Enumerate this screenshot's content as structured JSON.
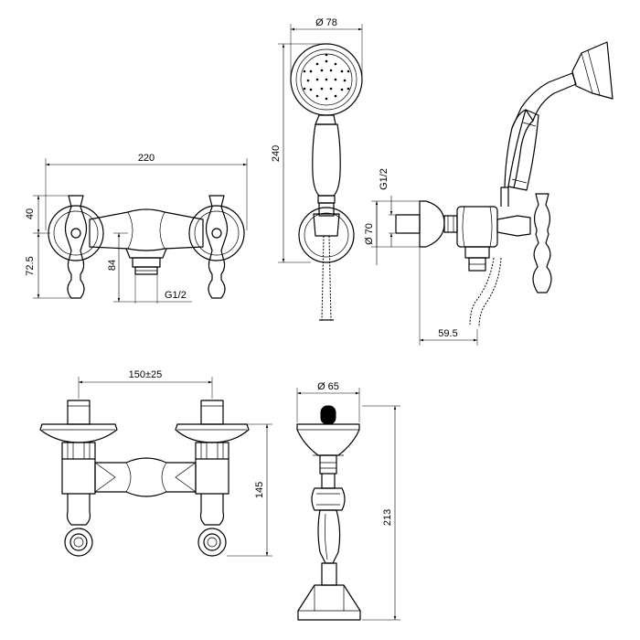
{
  "dimensions": {
    "front_width": "220",
    "front_handle_height": "40",
    "front_lower_height": "72.5",
    "front_outlet_height": "84",
    "front_outlet_thread": "G1/2",
    "handshower_diameter": "Ø 78",
    "handshower_length": "240",
    "side_thread": "G1/2",
    "side_flange_diameter": "Ø 70",
    "side_projection": "59.5",
    "top_centers": "150±25",
    "top_height": "145",
    "holder_diameter": "Ø 65",
    "holder_height": "213"
  }
}
